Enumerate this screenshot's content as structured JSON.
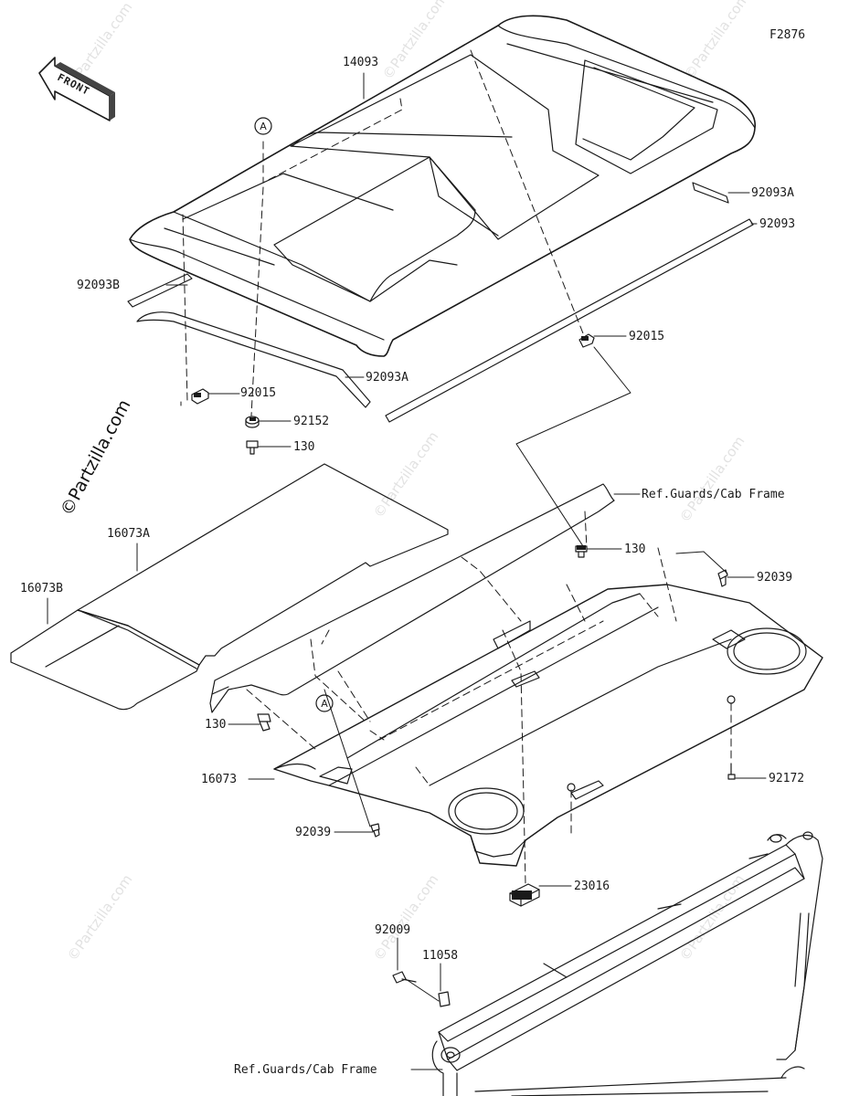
{
  "diagram": {
    "figure_code": "F2876",
    "front_label": "FRONT",
    "copyright": "©Partzilla.com",
    "watermark": "©Partzilla.com",
    "callout_a": "A",
    "parts": [
      {
        "id": "p-14093",
        "label": "14093"
      },
      {
        "id": "p-92093A-top",
        "label": "92093A"
      },
      {
        "id": "p-92093",
        "label": "92093"
      },
      {
        "id": "p-92093B",
        "label": "92093B"
      },
      {
        "id": "p-92015-left",
        "label": "92015"
      },
      {
        "id": "p-92015-right",
        "label": "92015"
      },
      {
        "id": "p-92093A-bottom",
        "label": "92093A"
      },
      {
        "id": "p-92152",
        "label": "92152"
      },
      {
        "id": "p-130-top",
        "label": "130"
      },
      {
        "id": "p-ref-top",
        "label": "Ref.Guards/Cab Frame"
      },
      {
        "id": "p-130-mid",
        "label": "130"
      },
      {
        "id": "p-16073A",
        "label": "16073A"
      },
      {
        "id": "p-16073B",
        "label": "16073B"
      },
      {
        "id": "p-92039-right",
        "label": "92039"
      },
      {
        "id": "p-130-left",
        "label": "130"
      },
      {
        "id": "p-16073",
        "label": "16073"
      },
      {
        "id": "p-92172",
        "label": "92172"
      },
      {
        "id": "p-92039-left",
        "label": "92039"
      },
      {
        "id": "p-23016",
        "label": "23016"
      },
      {
        "id": "p-92009",
        "label": "92009"
      },
      {
        "id": "p-11058",
        "label": "11058"
      },
      {
        "id": "p-ref-bottom",
        "label": "Ref.Guards/Cab Frame"
      }
    ]
  }
}
